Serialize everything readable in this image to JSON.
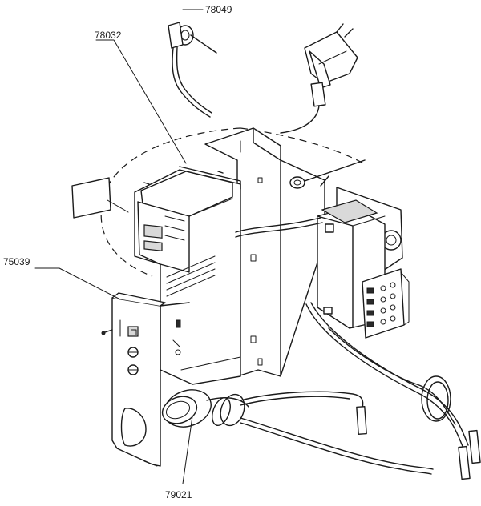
{
  "labels": {
    "sensor_top": "78049",
    "control_unit": "78032",
    "panel": "75039",
    "gauge": "79021"
  },
  "colors": {
    "line": "#1a1a1a",
    "background": "#ffffff",
    "shade": "#d9d9d9"
  }
}
